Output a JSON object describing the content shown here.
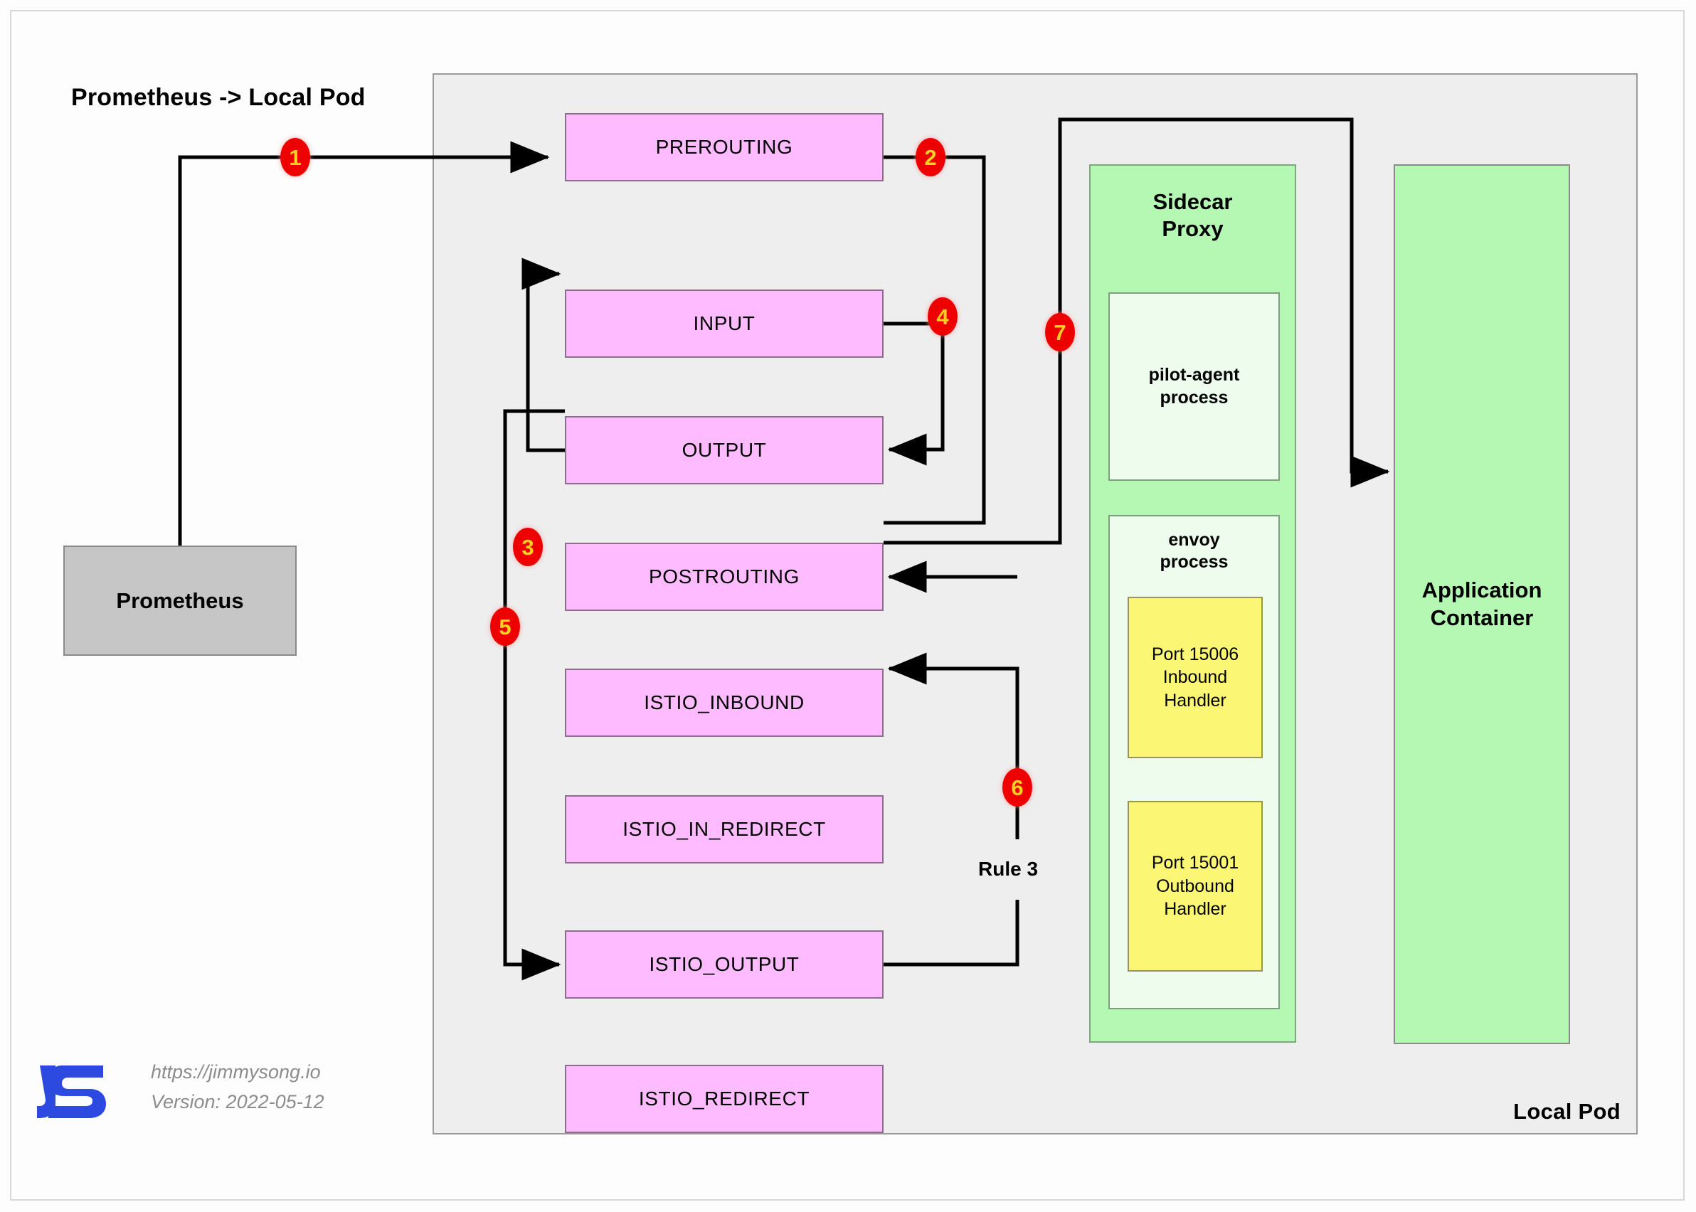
{
  "title": "Prometheus -> Local Pod",
  "pod": {
    "label": "Local Pod"
  },
  "source": {
    "label": "Prometheus"
  },
  "chains": [
    {
      "id": "prerouting",
      "label": "PREROUTING"
    },
    {
      "id": "input",
      "label": "INPUT"
    },
    {
      "id": "output",
      "label": "OUTPUT"
    },
    {
      "id": "postrouting",
      "label": "POSTROUTING"
    },
    {
      "id": "istio-inbound",
      "label": "ISTIO_INBOUND"
    },
    {
      "id": "istio-in-redirect",
      "label": "ISTIO_IN_REDIRECT"
    },
    {
      "id": "istio-output",
      "label": "ISTIO_OUTPUT"
    },
    {
      "id": "istio-redirect",
      "label": "ISTIO_REDIRECT"
    }
  ],
  "sidecar": {
    "title": "Sidecar\nProxy",
    "title_line1": "Sidecar",
    "title_line2": "Proxy",
    "pilot": "pilot-agent\nprocess",
    "pilot_line1": "pilot-agent",
    "pilot_line2": "process",
    "envoy_line1": "envoy",
    "envoy_line2": "process",
    "ports": [
      {
        "id": "inbound",
        "line1": "Port 15006",
        "line2": "Inbound",
        "line3": "Handler"
      },
      {
        "id": "outbound",
        "line1": "Port 15001",
        "line2": "Outbound",
        "line3": "Handler"
      }
    ]
  },
  "app_container": {
    "line1": "Application",
    "line2": "Container"
  },
  "steps": [
    {
      "n": "1"
    },
    {
      "n": "2"
    },
    {
      "n": "3"
    },
    {
      "n": "4"
    },
    {
      "n": "5"
    },
    {
      "n": "6"
    },
    {
      "n": "7"
    }
  ],
  "annotations": {
    "rule3": "Rule 3"
  },
  "footer": {
    "url": "https://jimmysong.io",
    "version": "Version: 2022-05-12",
    "logo": "JS"
  },
  "colors": {
    "chain_fill": "#ffbbff",
    "chain_border": "#8c6d8c",
    "pod_fill": "#eeeeee",
    "pod_border": "#9a9a9a",
    "source_fill": "#c6c6c6",
    "container_fill": "#b4f8b4",
    "process_fill": "#edfced",
    "port_fill": "#fbf774",
    "badge_fill": "#ee0000",
    "badge_text": "#ffd21e",
    "logo_blue": "#2d4ae0",
    "credit_gray": "#8c8c8c"
  }
}
